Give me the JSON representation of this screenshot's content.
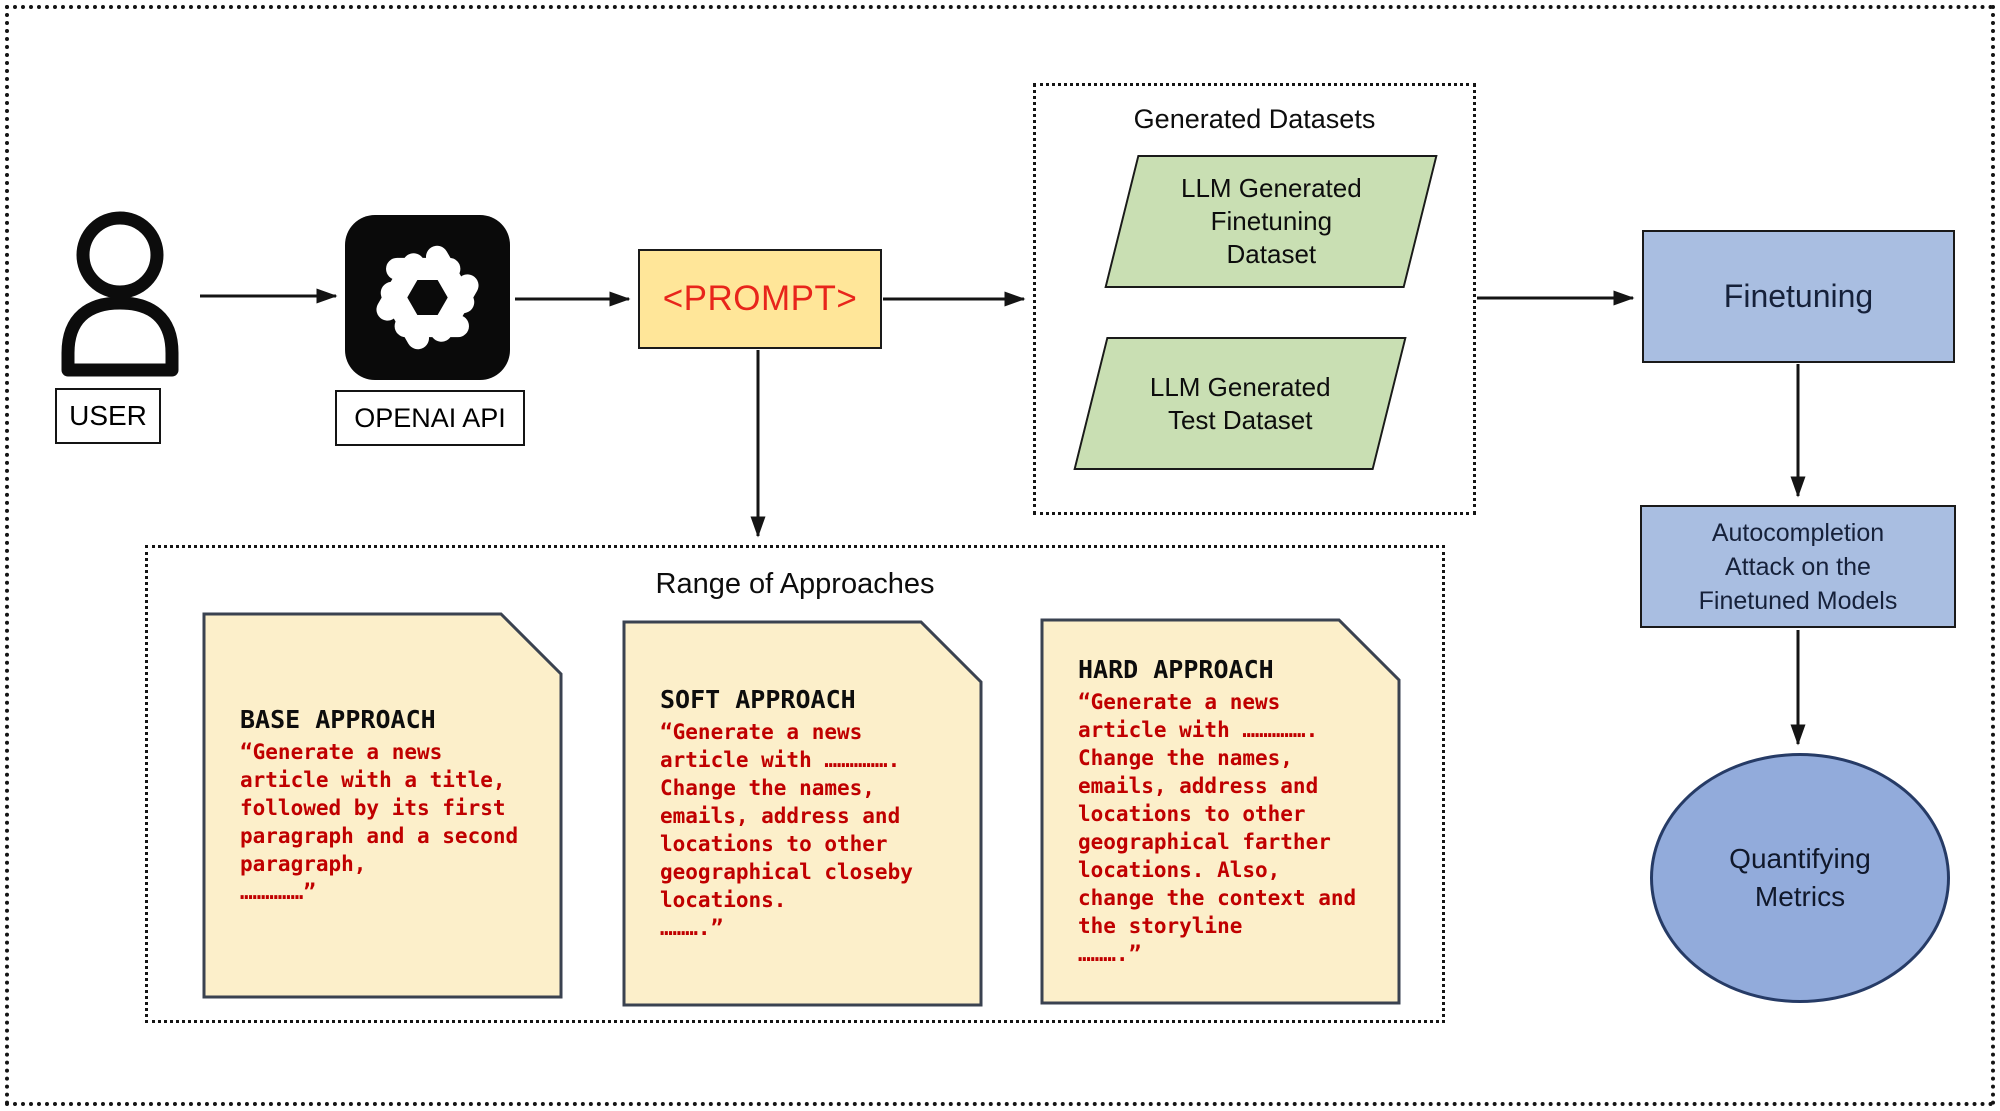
{
  "diagram": {
    "nodes": {
      "user": {
        "label": "USER"
      },
      "openai": {
        "label": "OPENAI API"
      },
      "prompt": {
        "label": "<PROMPT>"
      },
      "generated_datasets": {
        "title": "Generated Datasets",
        "items": [
          {
            "label": "LLM Generated\nFinetuning\nDataset"
          },
          {
            "label": "LLM Generated\nTest Dataset"
          }
        ]
      },
      "finetuning": {
        "label": "Finetuning"
      },
      "attack": {
        "label": "Autocompletion\nAttack on the\nFinetuned Models"
      },
      "metrics": {
        "label": "Quantifying\nMetrics"
      },
      "approaches": {
        "title": "Range of Approaches",
        "cards": [
          {
            "heading": "BASE APPROACH",
            "body": "“Generate a news\narticle with a title,\nfollowed by its first\nparagraph and a second\nparagraph,\n……………”"
          },
          {
            "heading": "SOFT APPROACH",
            "body": "“Generate a news\narticle with …………….\nChange the names,\nemails, address and\nlocations to other\ngeographical closeby\nlocations.\n……….”"
          },
          {
            "heading": "HARD APPROACH",
            "body": "“Generate a news\narticle with …………….\nChange the names,\nemails, address and\nlocations to other\ngeographical farther\nlocations. Also,\nchange the context and\nthe storyline\n……….”"
          }
        ]
      }
    },
    "edges": [
      {
        "from": "user",
        "to": "openai"
      },
      {
        "from": "openai",
        "to": "prompt"
      },
      {
        "from": "prompt",
        "to": "generated_datasets"
      },
      {
        "from": "prompt",
        "to": "approaches"
      },
      {
        "from": "generated_datasets",
        "to": "finetuning"
      },
      {
        "from": "finetuning",
        "to": "attack"
      },
      {
        "from": "attack",
        "to": "metrics"
      }
    ],
    "colors": {
      "prompt_fill": "#FFE699",
      "prompt_text": "#E8251B",
      "card_fill": "#FCEFCA",
      "card_border": "#3A4250",
      "card_text_red": "#C00000",
      "dataset_green": "#C9DFB3",
      "flow_blue": "#A9BEE1",
      "ellipse_blue": "#92ABDB",
      "ellipse_border": "#263B66",
      "line_black": "#141414"
    }
  }
}
